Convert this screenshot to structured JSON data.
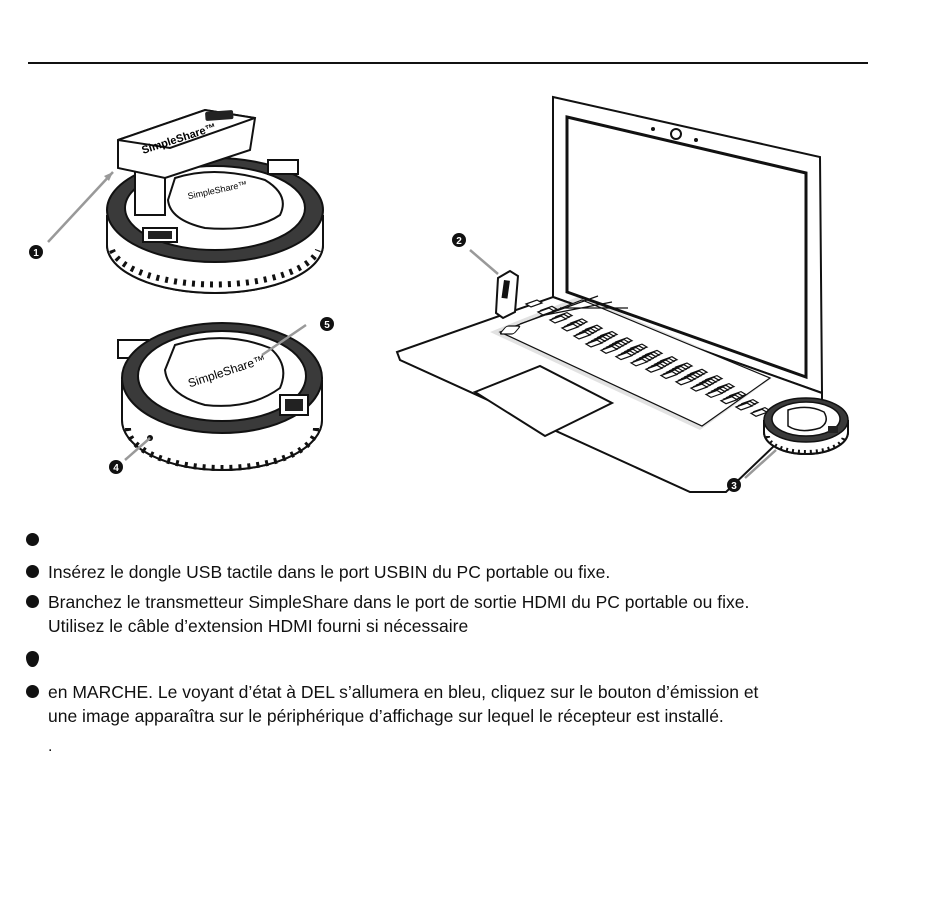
{
  "callouts": [
    "1",
    "2",
    "3",
    "4",
    "5"
  ],
  "device_brand": "SimpleShare™",
  "steps": [
    {
      "text": ""
    },
    {
      "text": "Insérez le dongle USB tactile dans le port USBIN du PC portable ou fixe."
    },
    {
      "text": "Branchez le transmetteur SimpleShare dans le port de sortie HDMI du PC portable ou fixe.",
      "text2": "Utilisez le câble d’extension HDMI fourni si nécessaire"
    },
    {
      "text": ""
    },
    {
      "text": "en MARCHE. Le voyant d’état à DEL s’allumera en bleu, cliquez sur le bouton d’émission et",
      "text2": "une image apparaîtra sur le périphérique d’affichage sur lequel le récepteur est installé."
    }
  ],
  "trailing_mark": "."
}
